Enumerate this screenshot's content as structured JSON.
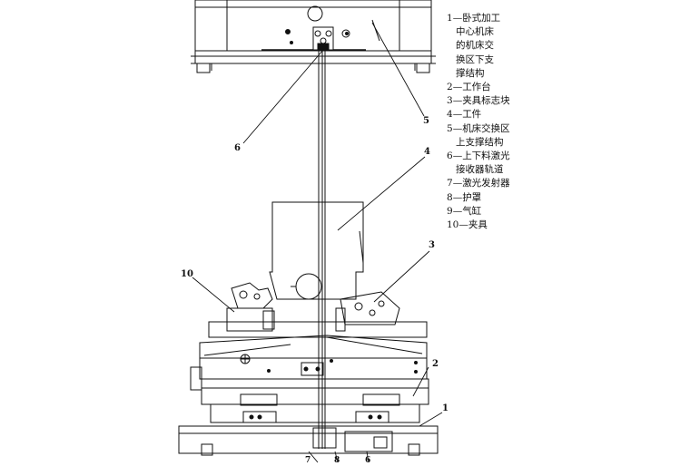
{
  "callouts": {
    "c1": "1",
    "c2": "2",
    "c3": "3",
    "c4": "4",
    "c5": "5",
    "c6_upper": "6",
    "c6_lower": "6",
    "c7": "7",
    "c8": "8",
    "c10": "10"
  },
  "legend": [
    {
      "num": "1",
      "text": "—卧式加工\n   中心机床\n   的机床交\n   换区下支\n   撑结构"
    },
    {
      "num": "2",
      "text": "—工作台"
    },
    {
      "num": "3",
      "text": "—夹具标志块"
    },
    {
      "num": "4",
      "text": "—工件"
    },
    {
      "num": "5",
      "text": "—机床交换区\n   上支撑结构"
    },
    {
      "num": "6",
      "text": "—上下料激光\n   接收器轨道"
    },
    {
      "num": "7",
      "text": "—激光发射器"
    },
    {
      "num": "8",
      "text": "—护罩"
    },
    {
      "num": "9",
      "text": "—气缸"
    },
    {
      "num": "10",
      "text": "—夹具"
    }
  ]
}
